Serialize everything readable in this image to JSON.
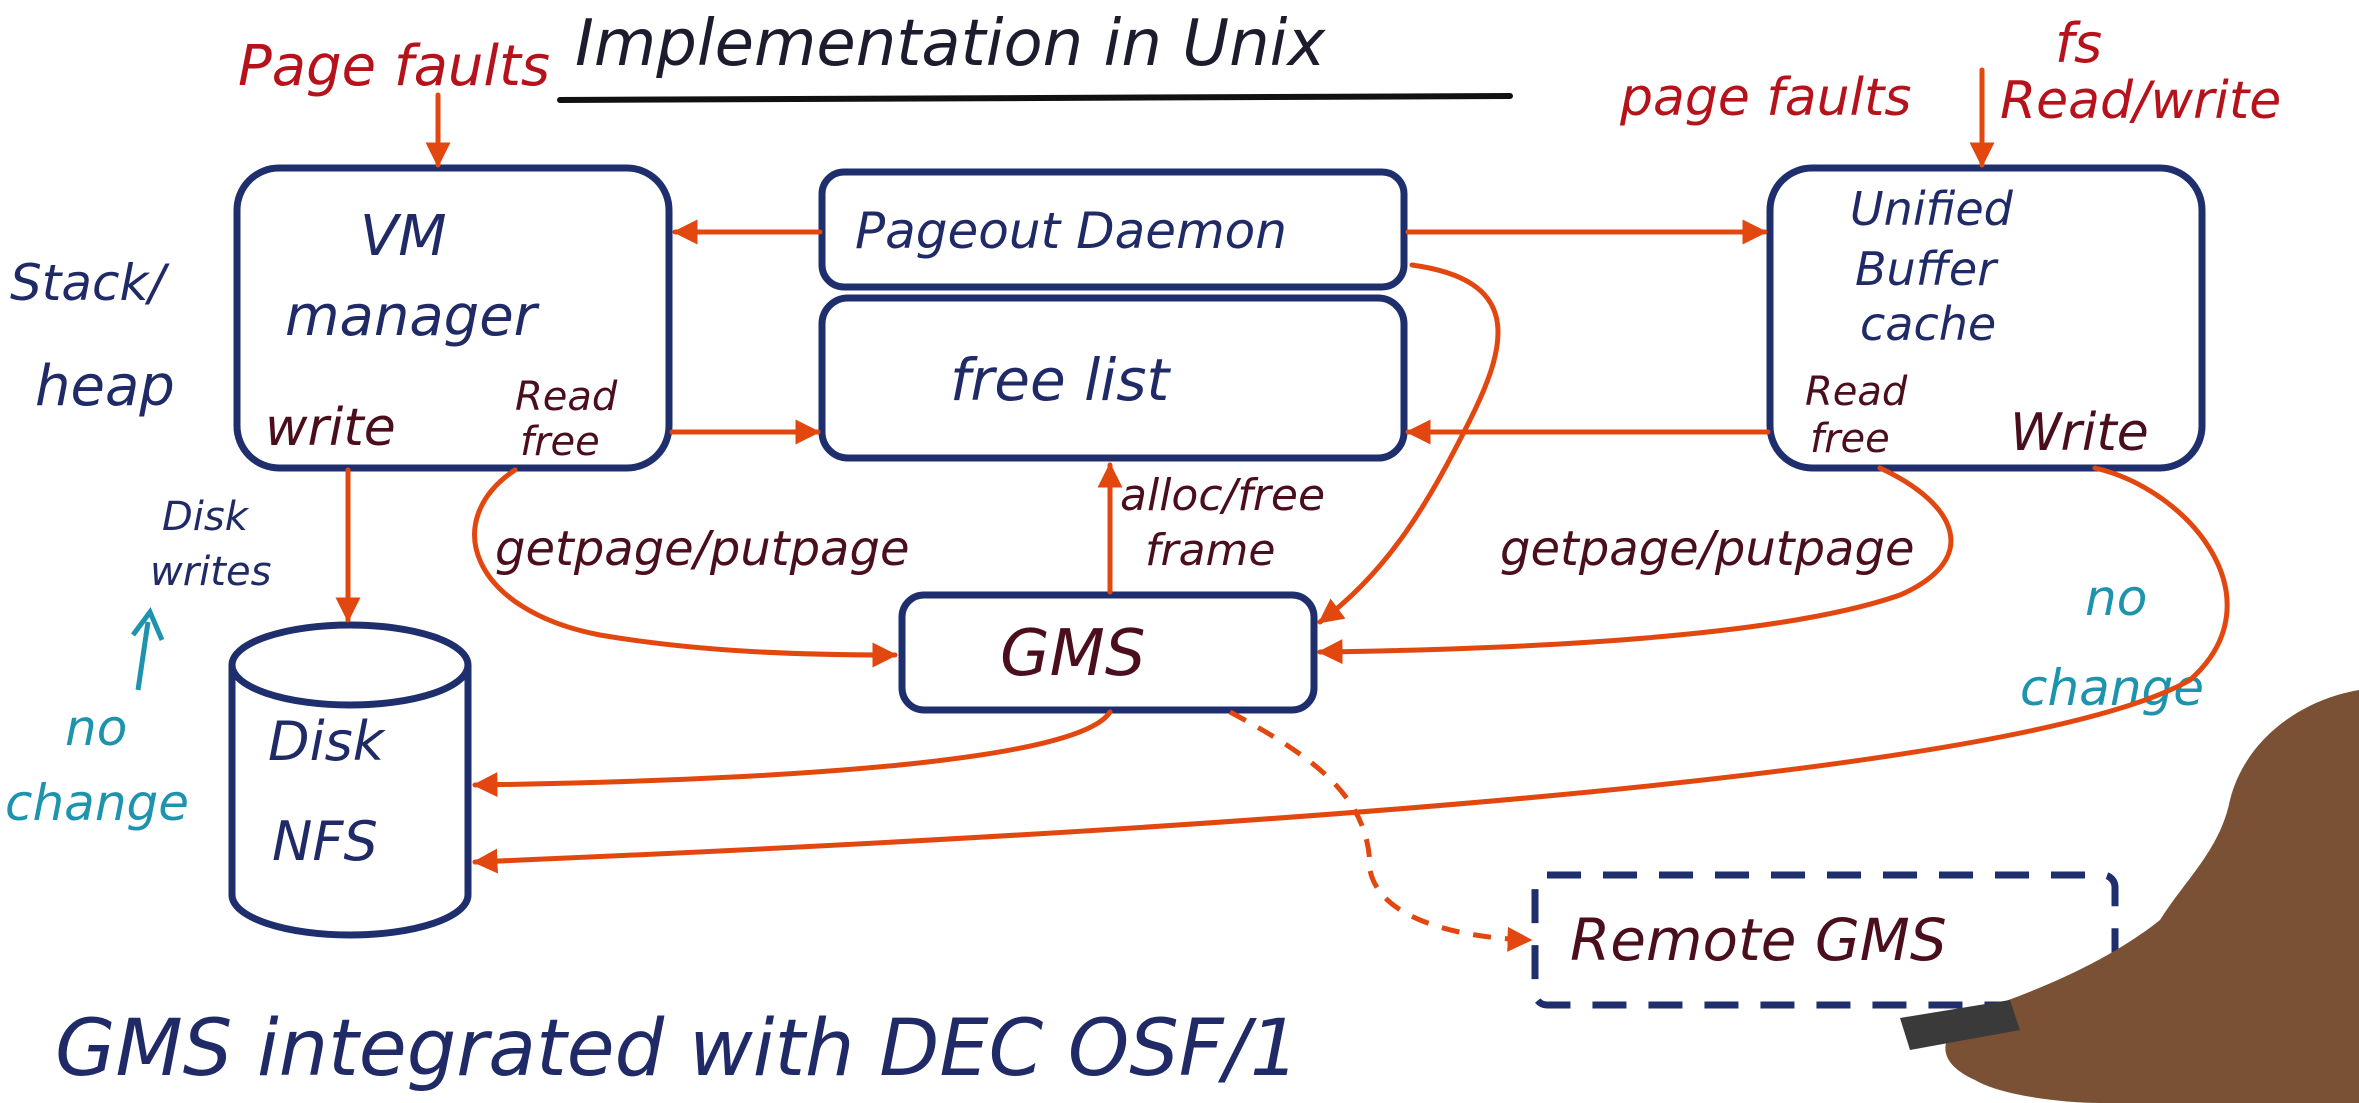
{
  "title": "Implementation in Unix",
  "labels": {
    "page_faults_left": "Page faults",
    "page_faults_right": "page faults",
    "fs": "fs",
    "read_write": "Read/write",
    "stack": "Stack/",
    "heap": "heap",
    "disk_writes_1": "Disk",
    "disk_writes_2": "writes",
    "no_change_left_1": "no",
    "no_change_left_2": "change",
    "no_change_right_1": "no",
    "no_change_right_2": "change",
    "getpage_left": "getpage/putpage",
    "getpage_right": "getpage/putpage",
    "alloc_1": "alloc/free",
    "alloc_2": "frame",
    "footer": "GMS integrated with DEC OSF/1"
  },
  "boxes": {
    "vm_manager": {
      "line1": "VM",
      "line2": "manager",
      "write": "write",
      "read": "Read",
      "free": "free"
    },
    "pageout": {
      "label": "Pageout Daemon"
    },
    "free_list": {
      "label": "free list"
    },
    "ubc": {
      "line1": "Unified",
      "line2": "Buffer",
      "line3": "cache",
      "read": "Read",
      "free": "free",
      "write": "Write"
    },
    "gms": {
      "label": "GMS"
    },
    "disk": {
      "line1": "Disk",
      "line2": "NFS"
    },
    "remote_gms": {
      "label": "Remote GMS"
    }
  },
  "colors": {
    "box_stroke": "#1f2f6e",
    "arrow": "#e2470f",
    "red_annotation": "#b5121b",
    "teal_annotation": "#1d93ae",
    "navy_text": "#1f2a66",
    "maroon_text": "#4a0e1c"
  }
}
